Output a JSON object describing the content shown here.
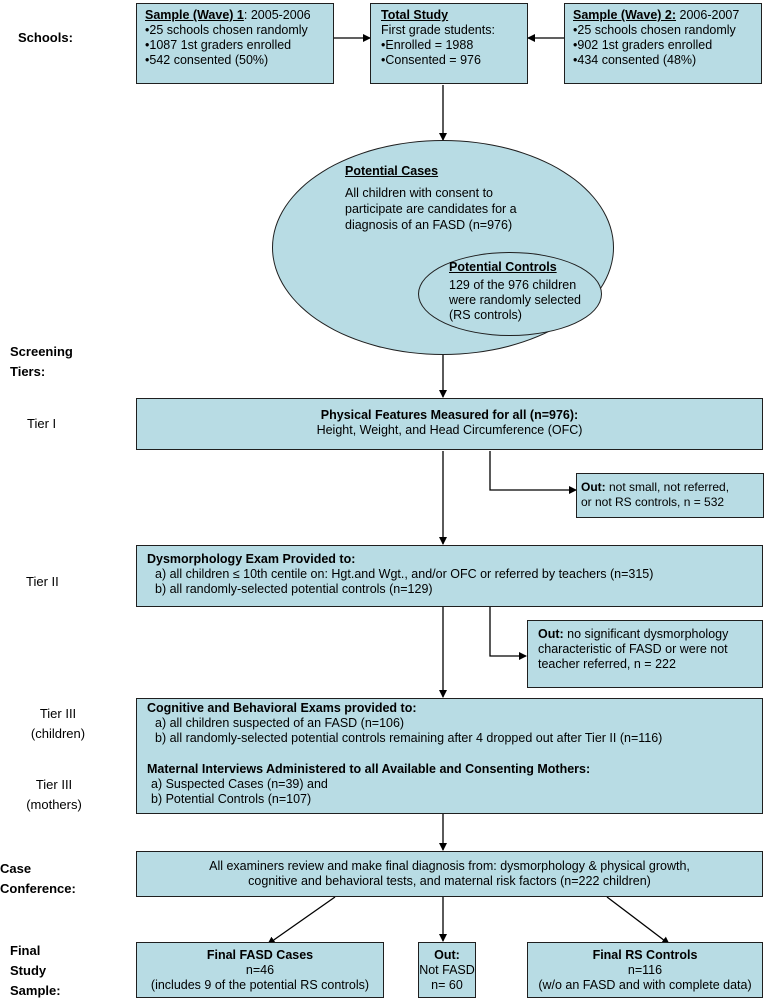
{
  "labels": {
    "schools": "Schools:",
    "screening": [
      "Screening",
      "Tiers:"
    ],
    "tier1": "Tier I",
    "tier2": "Tier II",
    "tier3c": [
      "Tier III",
      "(children)"
    ],
    "tier3m": [
      "Tier III",
      "(mothers)"
    ],
    "case": [
      "Case",
      "Conference:"
    ],
    "final": [
      "Final",
      "Study",
      "Sample:"
    ]
  },
  "wave1": {
    "title": "Sample (Wave) 1",
    "years": ":  2005-2006",
    "lines": [
      "•25 schools chosen randomly",
      "•1087 1st graders enrolled",
      "•542 consented (50%)"
    ]
  },
  "total": {
    "title": "Total Study",
    "lines": [
      "First grade students:",
      "•Enrolled = 1988",
      "•Consented = 976"
    ]
  },
  "wave2": {
    "title": "Sample (Wave) 2:",
    "years": "  2006-2007",
    "lines": [
      "•25 schools chosen randomly",
      "•902 1st graders enrolled",
      "•434 consented (48%)"
    ]
  },
  "cases": {
    "title": "Potential Cases",
    "lines": [
      "All children with consent to",
      "participate are candidates for a",
      "diagnosis of an FASD (n=976)"
    ]
  },
  "controls": {
    "title": "Potential Controls",
    "lines": [
      "129 of the 976 children",
      "were randomly selected",
      "(RS controls)"
    ]
  },
  "t1": {
    "title": "Physical Features Measured for all (n=976):",
    "body": "Height, Weight, and Head Circumference (OFC)"
  },
  "out1": {
    "lead": "Out:",
    "lines": [
      " not small, not referred,",
      "or not RS controls, n = 532"
    ]
  },
  "t2": {
    "title": "Dysmorphology Exam Provided to:",
    "lines": [
      "a)  all children ≤ 10th centile on: Hgt.and Wgt.,  and/or OFC or referred by teachers (n=315)",
      "b)  all randomly-selected potential controls (n=129)"
    ]
  },
  "out2": {
    "lead": "Out:",
    "lines": [
      "  no significant dysmorphology",
      "characteristic of FASD or were not",
      "teacher referred, n = 222"
    ]
  },
  "t3": {
    "title1": "Cognitive and Behavioral Exams provided to:",
    "lines1": [
      "a)  all children suspected of an FASD (n=106)",
      "b)  all randomly-selected potential controls remaining after 4 dropped out after Tier II  (n=116)"
    ],
    "title2": "Maternal Interviews Administered to all Available and  Consenting Mothers:",
    "lines2": [
      "a) Suspected Cases  (n=39) and",
      "b) Potential Controls (n=107)"
    ]
  },
  "conf": {
    "lines": [
      "All examiners review and make final diagnosis from: dysmorphology & physical growth,",
      "cognitive and behavioral tests, and maternal risk factors (n=222 children)"
    ]
  },
  "fasd": {
    "title": "Final FASD Cases",
    "lines": [
      "n=46",
      "(includes 9 of the potential RS controls)"
    ]
  },
  "outf": {
    "title": "Out:",
    "lines": [
      "Not FASD",
      "n= 60"
    ]
  },
  "rs": {
    "title": "Final RS Controls",
    "lines": [
      "n=116",
      "(w/o an FASD and with complete data)"
    ]
  }
}
